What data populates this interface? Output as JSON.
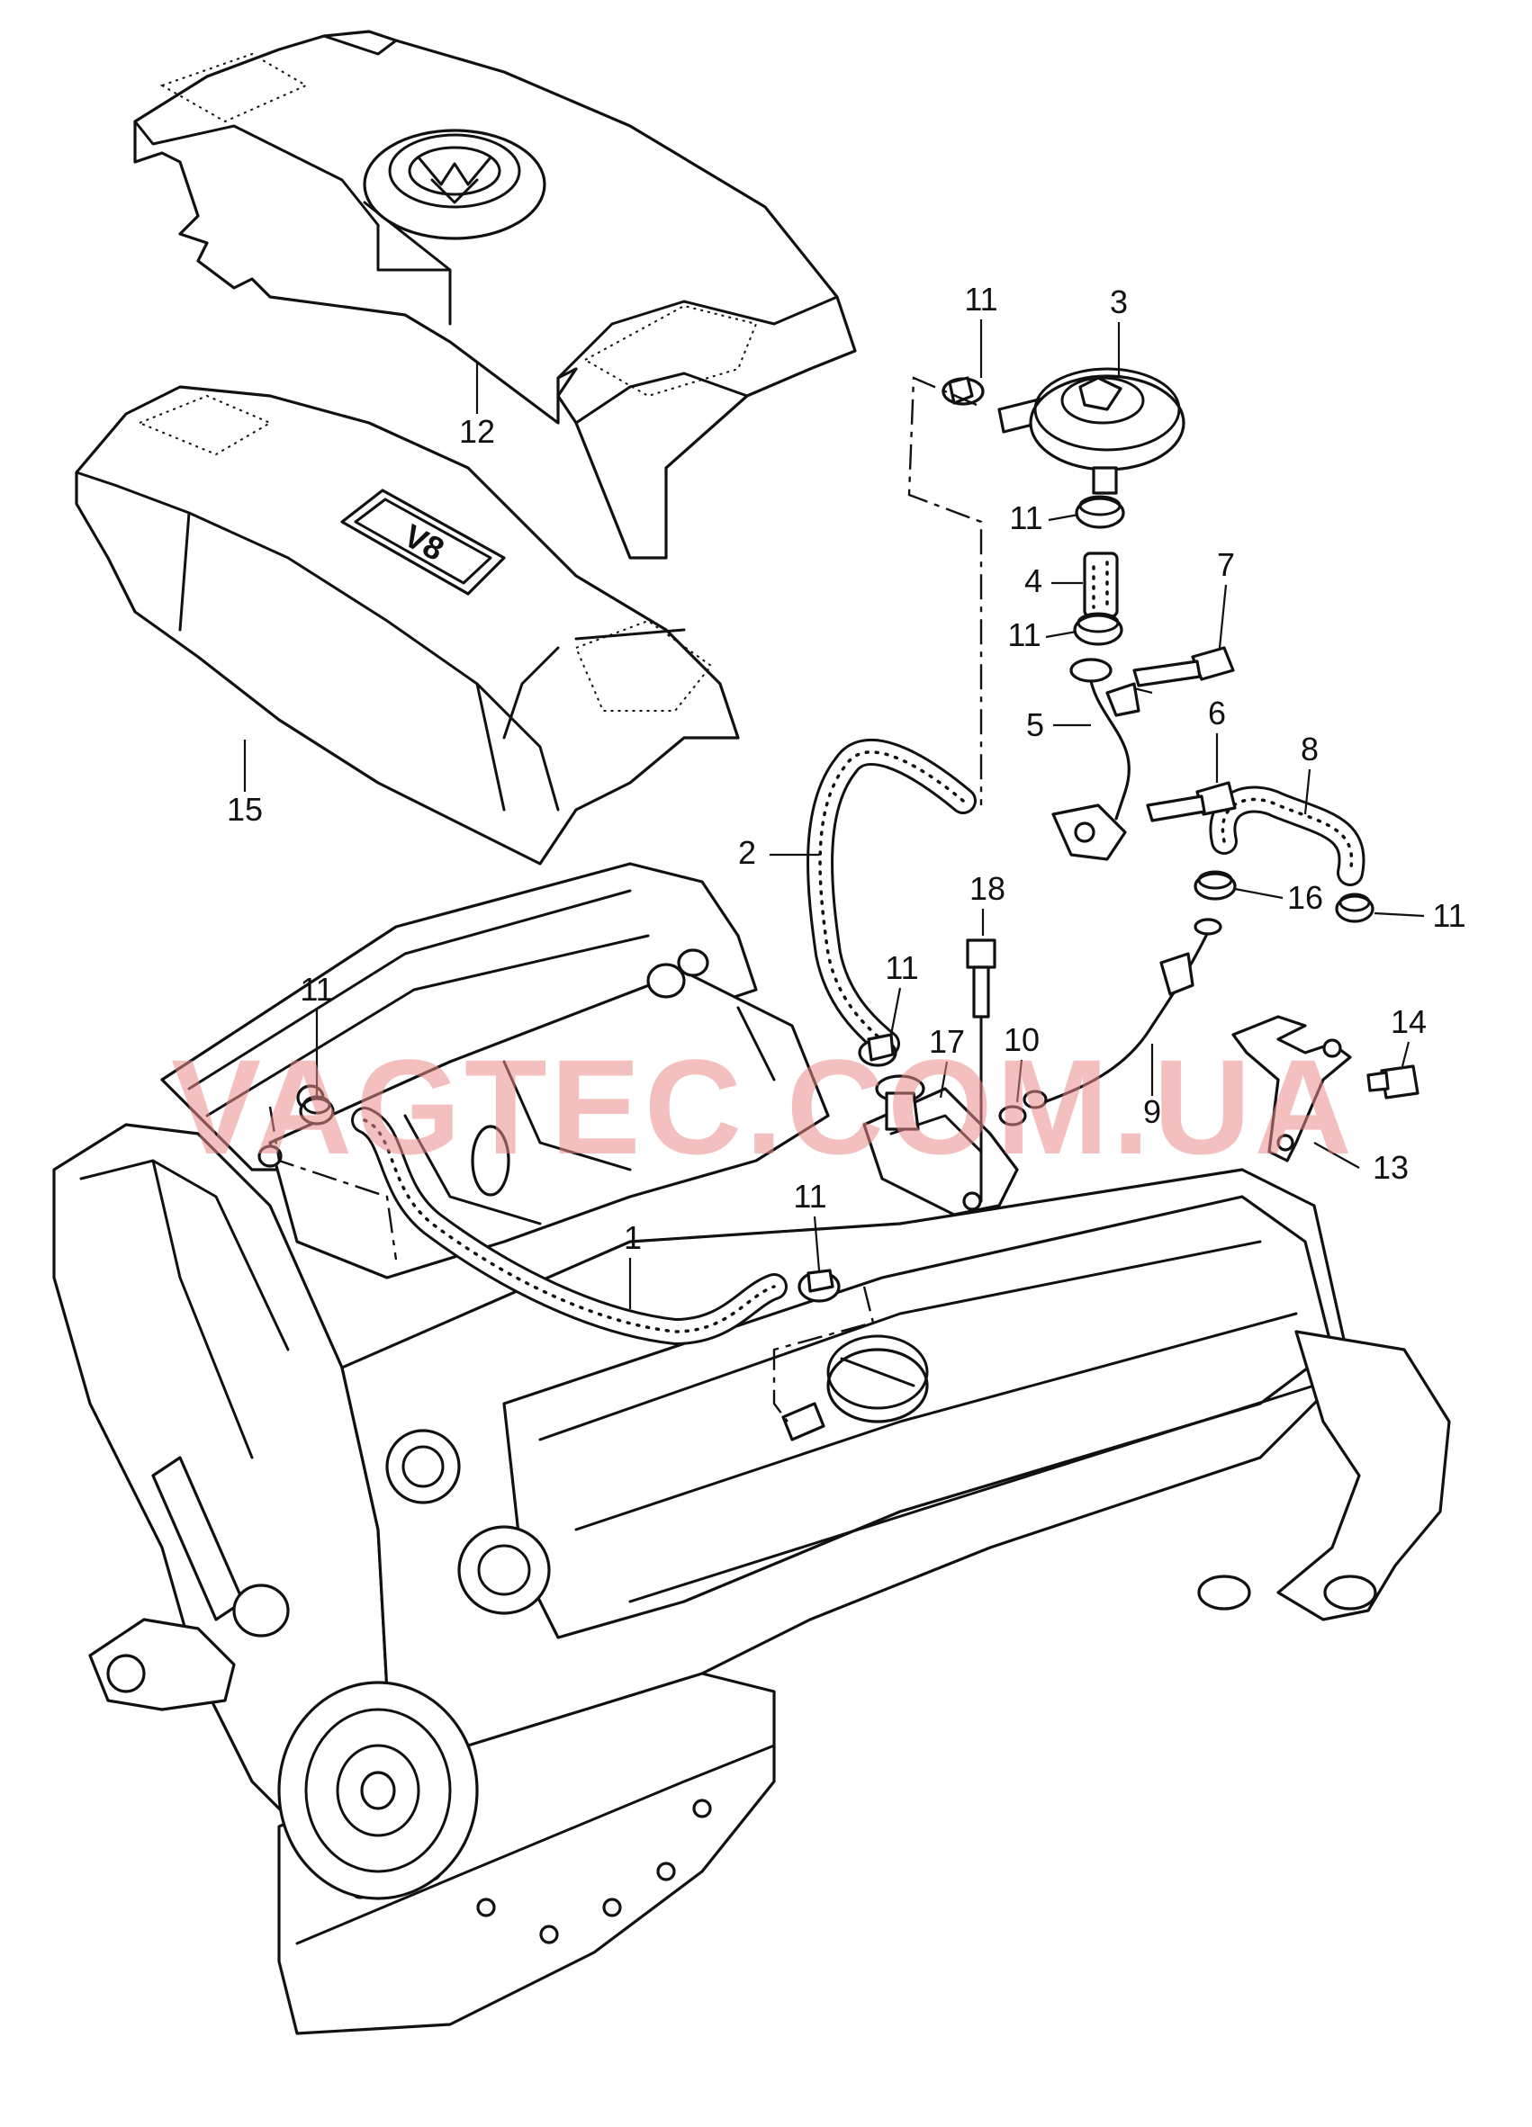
{
  "callouts": [
    {
      "id": "c1",
      "label": "1"
    },
    {
      "id": "c2",
      "label": "2"
    },
    {
      "id": "c3",
      "label": "3"
    },
    {
      "id": "c4",
      "label": "4"
    },
    {
      "id": "c5",
      "label": "5"
    },
    {
      "id": "c6",
      "label": "6"
    },
    {
      "id": "c7",
      "label": "7"
    },
    {
      "id": "c8",
      "label": "8"
    },
    {
      "id": "c9",
      "label": "9"
    },
    {
      "id": "c10",
      "label": "10"
    },
    {
      "id": "c11a",
      "label": "11"
    },
    {
      "id": "c11b",
      "label": "11"
    },
    {
      "id": "c11c",
      "label": "11"
    },
    {
      "id": "c11d",
      "label": "11"
    },
    {
      "id": "c11e",
      "label": "11"
    },
    {
      "id": "c11f",
      "label": "11"
    },
    {
      "id": "c11g",
      "label": "11"
    },
    {
      "id": "c12",
      "label": "12"
    },
    {
      "id": "c13",
      "label": "13"
    },
    {
      "id": "c14",
      "label": "14"
    },
    {
      "id": "c15",
      "label": "15"
    },
    {
      "id": "c16",
      "label": "16"
    },
    {
      "id": "c17",
      "label": "17"
    },
    {
      "id": "c18",
      "label": "18"
    }
  ],
  "badge_text": "V8",
  "watermark": "VAGTEC.COM.UA",
  "colors": {
    "line": "#111111",
    "watermark": "#e98a8a",
    "background": "#ffffff"
  }
}
